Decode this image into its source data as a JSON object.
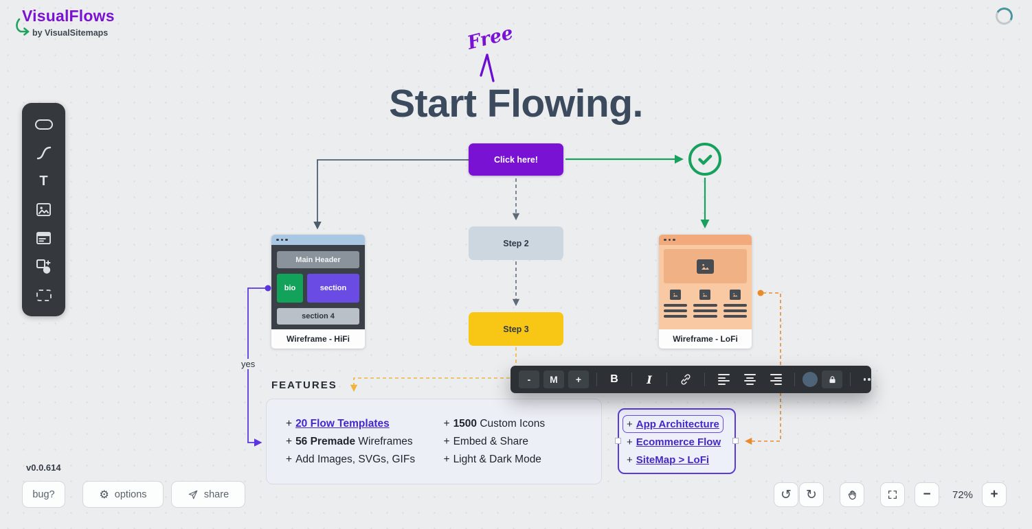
{
  "colors": {
    "brand_purple": "#7a12d4",
    "accent_green": "#17a05e",
    "link_purple": "#4326cc",
    "violet_connector": "#5a35e0",
    "orange_connector": "#e98a2b",
    "yellow_connector": "#f0b43c",
    "step2_bg": "#ccd7e0",
    "step3_bg": "#f8c716"
  },
  "header": {
    "logo_title": "VisualFlows",
    "logo_subtitle": "by VisualSitemaps"
  },
  "rail": {
    "text_tool_glyph": "T"
  },
  "canvas": {
    "free_label": "Free",
    "heading": "Start Flowing.",
    "click_button": "Click here!",
    "step2": "Step 2",
    "step3": "Step 3",
    "yes_label": "yes",
    "hifi": {
      "header": "Main Header",
      "bio": "bio",
      "section": "section",
      "section4": "section 4",
      "caption": "Wireframe - HiFi"
    },
    "lofi": {
      "caption": "Wireframe - LoFi"
    }
  },
  "text_toolbar": {
    "decrease": "-",
    "size": "M",
    "increase": "+",
    "bold": "B",
    "italic": "I"
  },
  "features": {
    "title": "FEATURES",
    "col1": {
      "item1_plus": "+",
      "item1_link": "20 Flow Templates",
      "item2_plus": "+",
      "item2_bold": "56 Premade",
      "item2_rest": " Wireframes",
      "item3_plus": "+",
      "item3_text": "Add Images, SVGs, GIFs"
    },
    "col2": {
      "item1_plus": "+",
      "item1_bold": "1500",
      "item1_rest": " Custom Icons",
      "item2_plus": "+",
      "item2_text": "Embed & Share",
      "item3_plus": "+",
      "item3_text": "Light & Dark Mode"
    },
    "links": {
      "item1_plus": "+",
      "item1_link": "App Architecture",
      "item2_plus": "+",
      "item2_link": "Ecommerce Flow",
      "item3_plus": "+",
      "item3_link": "SiteMap > LoFi"
    }
  },
  "icons": {
    "gear": "⚙",
    "undo": "↺",
    "redo": "↻"
  },
  "footer": {
    "version": "v0.0.614",
    "bug_label": "bug?",
    "options_label": "options",
    "share_label": "share",
    "zoom_out": "−",
    "zoom_level": "72%",
    "zoom_in": "+"
  }
}
